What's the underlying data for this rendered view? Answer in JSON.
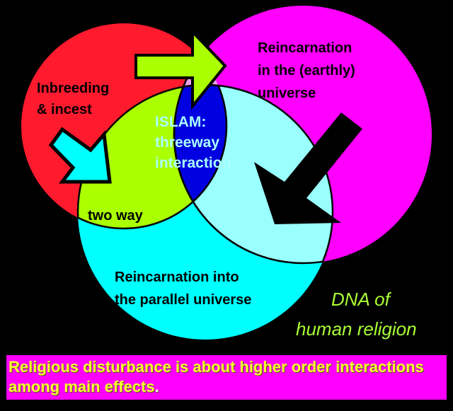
{
  "diagram": {
    "type": "venn",
    "sets": [
      {
        "id": "red",
        "label_lines": [
          "Inbreeding",
          "& incest"
        ],
        "color": "#ff1a2e"
      },
      {
        "id": "magenta",
        "label_lines": [
          "Reincarnation",
          "in the (earthly)",
          "universe"
        ],
        "color": "#ff00ff"
      },
      {
        "id": "cyan",
        "label_lines": [
          "Reincarnation into",
          "the parallel universe"
        ],
        "color": "#00ffff"
      }
    ],
    "intersections": {
      "red_cyan": {
        "label": "two way",
        "color": "#aaff00"
      },
      "red_magenta": {
        "color": "#e8a0e8"
      },
      "magenta_cyan": {
        "color": "#99ffff"
      },
      "all_three": {
        "label_lines": [
          "ISLAM:",
          "threeway",
          "interaction"
        ],
        "color": "#0000e0",
        "text_color": "#aaffff"
      }
    },
    "arrows": [
      {
        "name": "green-arrow",
        "direction": "right",
        "color": "#aaff00"
      },
      {
        "name": "cyan-arrow",
        "direction": "down-right",
        "color": "#00ffff"
      },
      {
        "name": "black-arrow",
        "direction": "down-left",
        "color": "#000000"
      }
    ],
    "caption_lines": [
      "DNA  of",
      "human religion"
    ],
    "caption_color": "#aaff33"
  },
  "banner": {
    "text_main": "Religious disturbance is about higher order interactions among main effects",
    "text_end": ".",
    "background": "#ff00ff",
    "text_color": "#ffff33"
  }
}
